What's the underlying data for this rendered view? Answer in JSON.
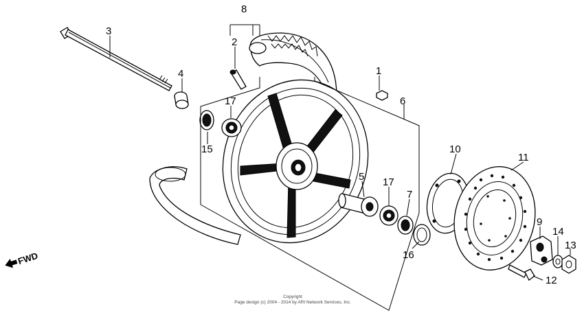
{
  "callouts": [
    {
      "id": "n1",
      "text": "1"
    },
    {
      "id": "n2",
      "text": "2"
    },
    {
      "id": "n3",
      "text": "3"
    },
    {
      "id": "n4",
      "text": "4"
    },
    {
      "id": "n5",
      "text": "5"
    },
    {
      "id": "n6",
      "text": "6"
    },
    {
      "id": "n7",
      "text": "7"
    },
    {
      "id": "n8",
      "text": "8"
    },
    {
      "id": "n9",
      "text": "9"
    },
    {
      "id": "n10",
      "text": "10"
    },
    {
      "id": "n11",
      "text": "11"
    },
    {
      "id": "n12",
      "text": "12"
    },
    {
      "id": "n13",
      "text": "13"
    },
    {
      "id": "n14",
      "text": "14"
    },
    {
      "id": "n15",
      "text": "15"
    },
    {
      "id": "n16",
      "text": "16"
    },
    {
      "id": "n17a",
      "text": "17"
    },
    {
      "id": "n17b",
      "text": "17"
    }
  ],
  "direction_label": "FWD",
  "copyright": {
    "line1": "Copyright",
    "line2": "Page design (c) 2004 - 2014 by ARI Network Services, Inc."
  }
}
